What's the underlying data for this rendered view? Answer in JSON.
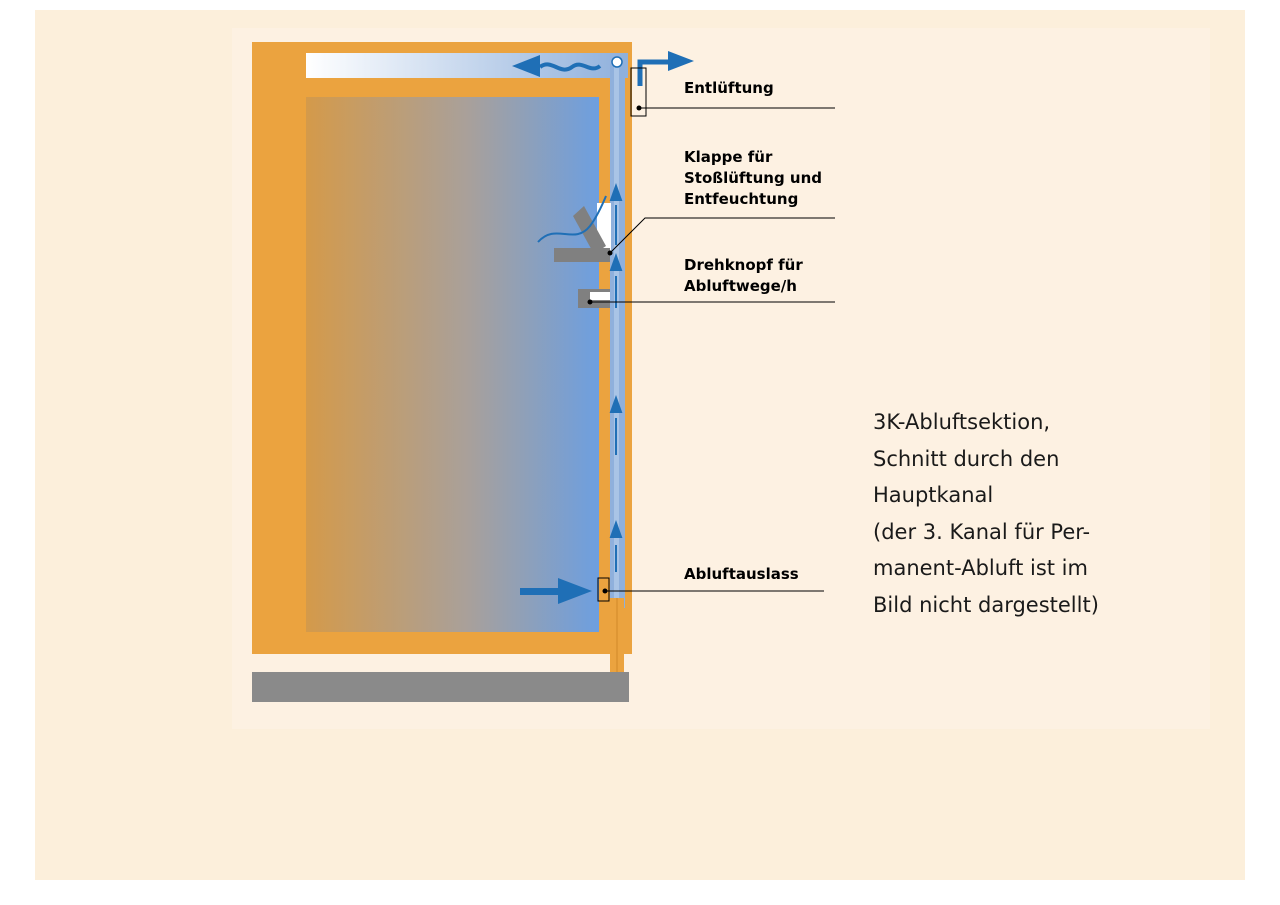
{
  "labels": {
    "entlueftung": "Entlüftung",
    "klappe": [
      "Klappe für",
      "Stoßlüftung und",
      "Entfeuchtung"
    ],
    "drehknopf": [
      "Drehknopf für",
      "Abluftwege/h"
    ],
    "abluftauslass": "Abluftauslass"
  },
  "caption": [
    "3K-Abluftsektion,",
    "Schnitt durch den",
    "Hauptkanal",
    "(der 3. Kanal für Per-",
    "manent-Abluft ist im",
    "Bild nicht dargestellt)"
  ],
  "colors": {
    "background": "#fcefdb",
    "panel": "#fdf1e2",
    "wall": "#eba33f",
    "channel": "#8fb0dc",
    "arrow": "#1f6fb6",
    "floor": "#8a8a8a",
    "leader": "#000000"
  }
}
